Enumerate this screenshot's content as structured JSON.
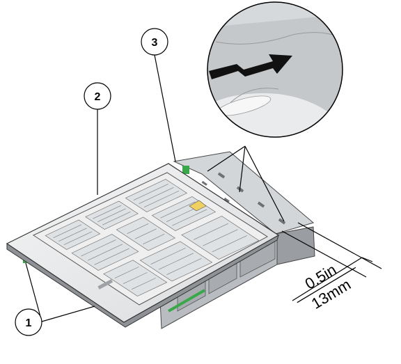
{
  "callouts": [
    {
      "number": "1",
      "meaning": ""
    },
    {
      "number": "2",
      "meaning": ""
    },
    {
      "number": "3",
      "meaning": ""
    }
  ],
  "dimension": {
    "imperial": "0.5in",
    "metric": "13mm"
  },
  "icons": {
    "detail_arrow": "slide-arrow-icon"
  },
  "colors": {
    "chassis_face": "#cfd2d5",
    "chassis_dark": "#8e9296",
    "label_panel": "#efefef",
    "accent_green": "#3aa84a",
    "ink": "#000000"
  }
}
